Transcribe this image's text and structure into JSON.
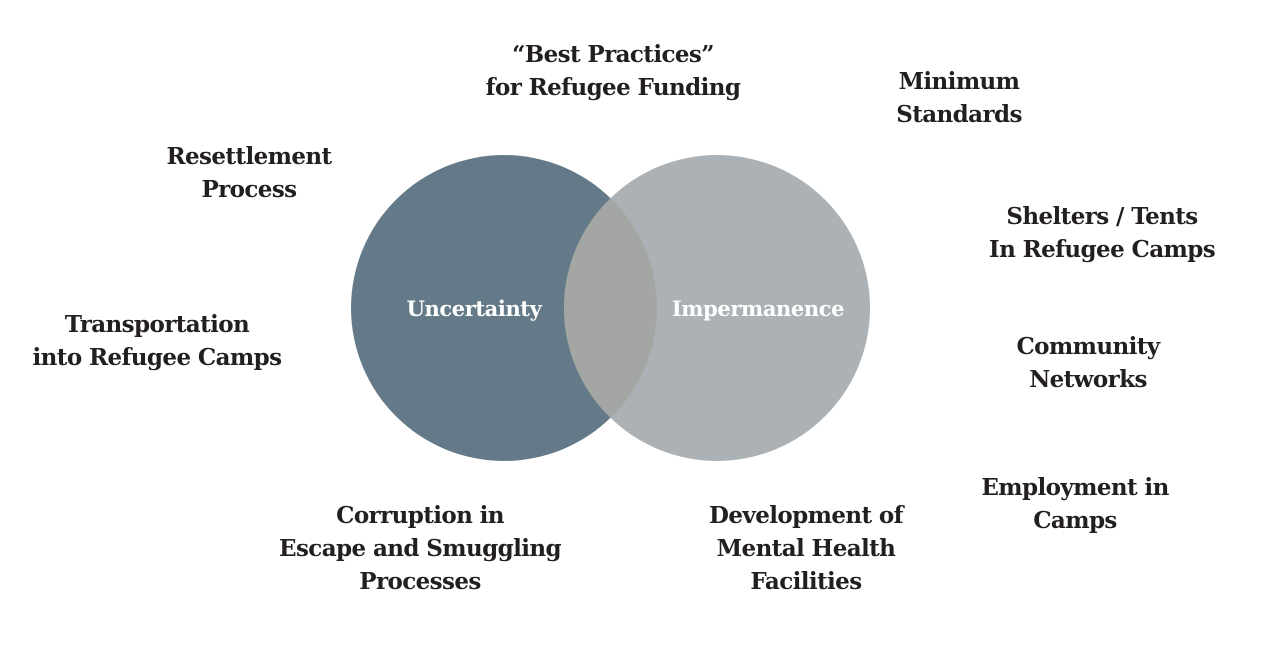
{
  "colors": {
    "left_circle": "#647a88",
    "right_circle": "#abb1b4",
    "overlap": "#a3a6a2",
    "text": "#231f20",
    "circle_text": "#ffffff"
  },
  "venn": {
    "left": {
      "label": "Uncertainty"
    },
    "right": {
      "label": "Impermanence"
    }
  },
  "labels": {
    "best_practices": [
      "“Best Practices”",
      "for Refugee Funding"
    ],
    "minimum_standards": [
      "Minimum",
      "Standards"
    ],
    "resettlement": [
      "Resettlement",
      "Process"
    ],
    "shelters": [
      "Shelters / Tents",
      "In Refugee Camps"
    ],
    "transportation": [
      "Transportation",
      "into Refugee Camps"
    ],
    "community": [
      "Community",
      "Networks"
    ],
    "employment": [
      "Employment in",
      "Camps"
    ],
    "corruption": [
      "Corruption in",
      "Escape and Smuggling",
      "Processes"
    ],
    "mental_health": [
      "Development of",
      "Mental Health",
      "Facilities"
    ]
  }
}
